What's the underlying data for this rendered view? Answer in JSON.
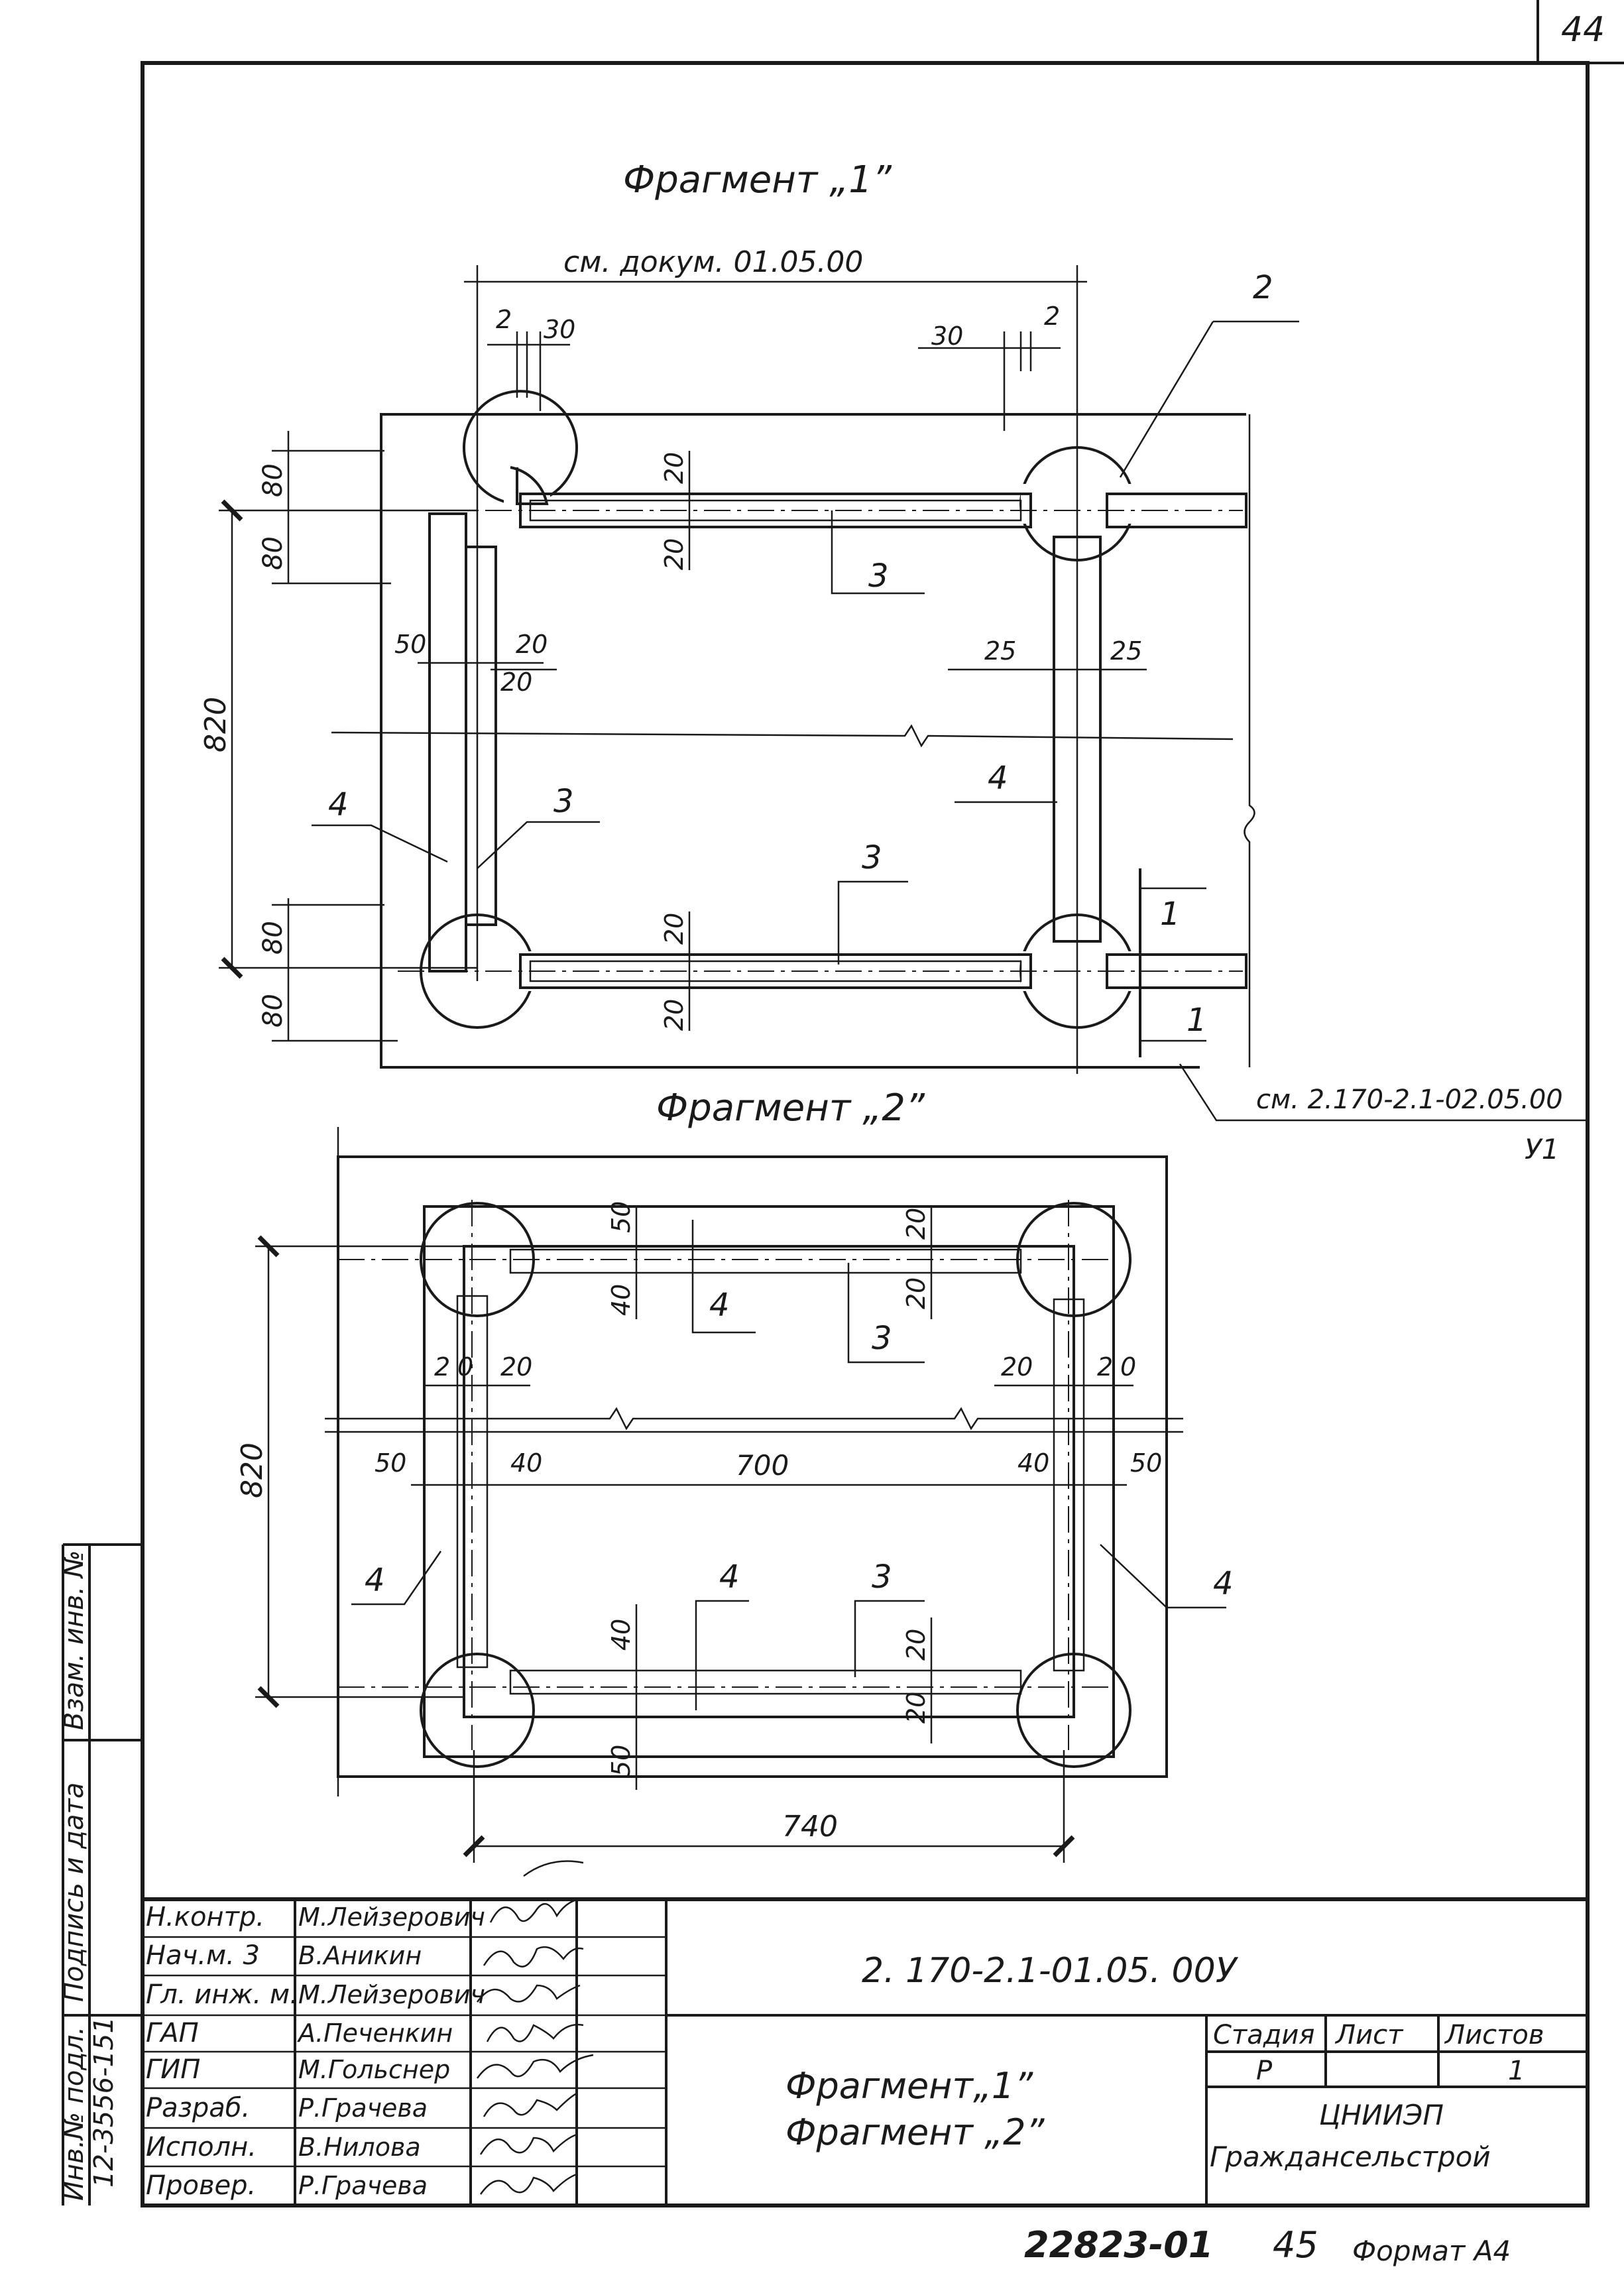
{
  "page_number": "44",
  "fragment1": {
    "title": "Фрагмент „1”",
    "ref_top": "см.   докум. 01.05.00",
    "ref_bottom": "см. 2.170-2.1-02.05.00",
    "ref_bottom_node": "У1",
    "section_mark": "1",
    "callouts": [
      "2",
      "3",
      "3",
      "3",
      "4",
      "4"
    ],
    "dims": {
      "d2": "2",
      "d30": "30",
      "d80": "80",
      "d20": "20",
      "d50": "50",
      "d25": "25",
      "d820": "820"
    }
  },
  "fragment2": {
    "title": "Фрагмент „2”",
    "callouts": [
      "4",
      "3",
      "4",
      "3",
      "4",
      "4"
    ],
    "dims": {
      "d50": "50",
      "d40": "40",
      "d20": "20",
      "d2": "2",
      "d0": "0",
      "d700": "700",
      "d820": "820",
      "d740": "740"
    }
  },
  "side_stamp": {
    "inv_podl": "Инв.№ подл.",
    "inv_value": "12-3556-151",
    "podpis_data": "Подпись и дата",
    "vzam_inv": "Взам. инв. №"
  },
  "title_block": {
    "document_code": "2. 170-2.1-01.05. 00У",
    "drawing_title_line1": "Фрагмент„1”",
    "drawing_title_line2": "Фрагмент „2”",
    "stage_header": "Стадия",
    "sheet_header": "Лист",
    "sheets_header": "Листов",
    "stage_value": "Р",
    "sheet_value": "",
    "sheets_value": "1",
    "org_line1": "ЦНИИЭП",
    "org_line2": "Граждансельстрой",
    "signers": [
      {
        "role": "Н.контр.",
        "name": "М.Лейзерович"
      },
      {
        "role": "Нач.м. 3",
        "name": "В.Аникин"
      },
      {
        "role": "Гл. инж. м.",
        "name": "М.Лейзерович"
      },
      {
        "role": "ГАП",
        "name": "А.Печенкин"
      },
      {
        "role": "ГИП",
        "name": "М.Гольснер"
      },
      {
        "role": "Разраб.",
        "name": "Р.Грачева"
      },
      {
        "role": "Исполн.",
        "name": "В.Нилова"
      },
      {
        "role": "Провер.",
        "name": "Р.Грачева"
      }
    ]
  },
  "footer": {
    "order_number": "22823-01",
    "sheet_index": "45",
    "format": "Формат А4"
  }
}
